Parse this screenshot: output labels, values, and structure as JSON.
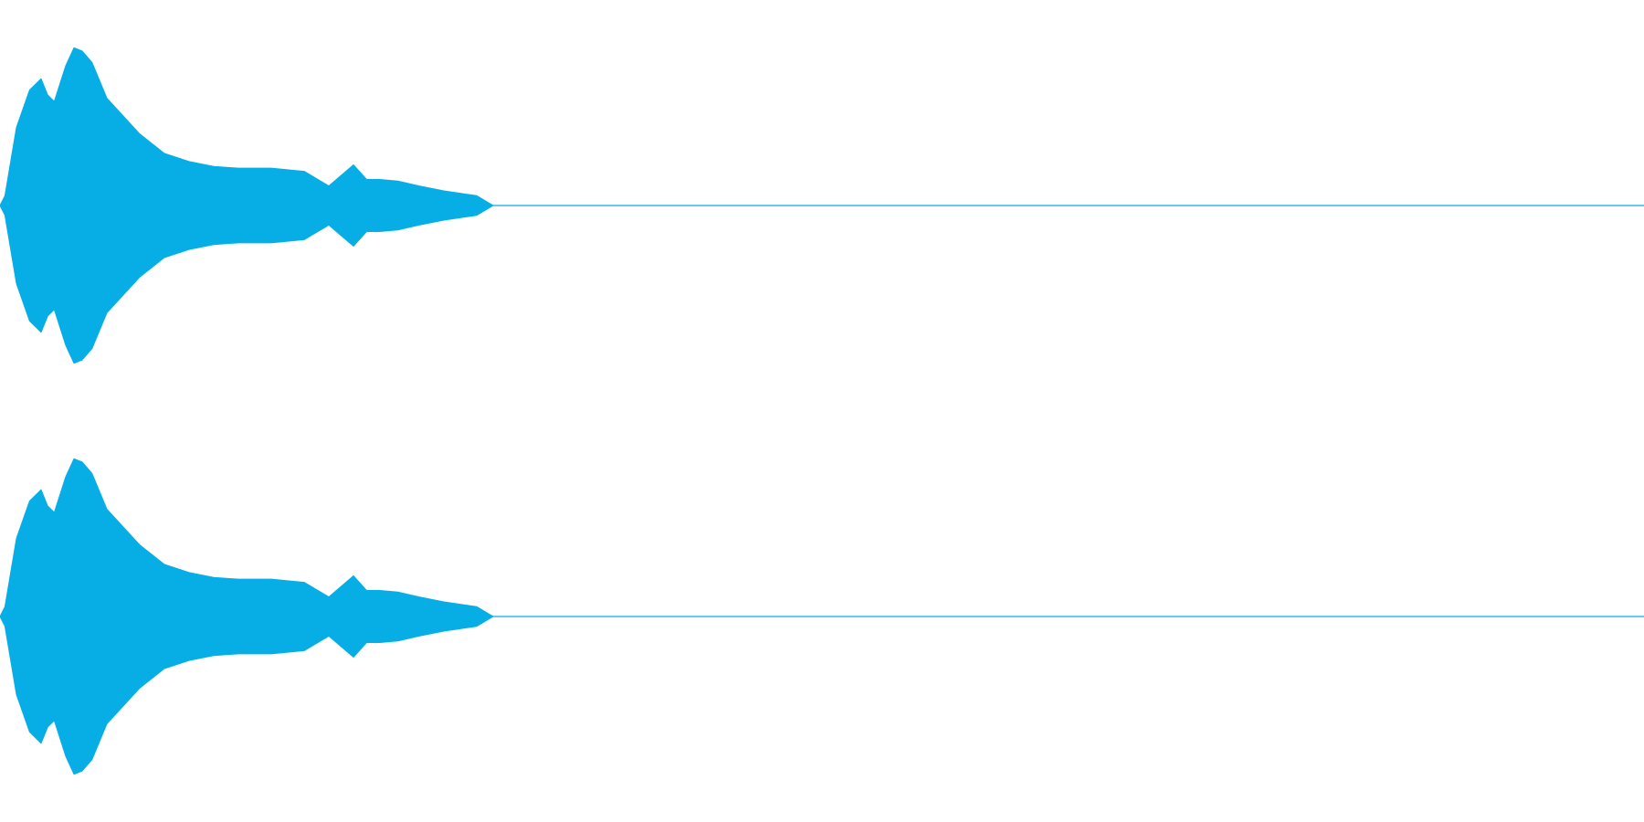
{
  "colors": {
    "background": "#ffffff",
    "waveform": "#07aee6"
  },
  "chart_data": {
    "type": "area",
    "title": "",
    "xlabel": "",
    "ylabel": "",
    "ylim": [
      -1,
      1
    ],
    "channel_count": 2,
    "envelope_x": [
      0,
      0.3,
      1.0,
      1.8,
      2.5,
      2.9,
      3.3,
      4.0,
      4.5,
      5.0,
      5.6,
      6.5,
      7.5,
      8.5,
      10,
      11.5,
      13,
      14.5,
      16.5,
      18.5,
      20,
      21.5,
      22.3,
      23.1,
      24.2,
      25.5,
      27,
      29,
      30,
      40,
      100
    ],
    "series": [
      {
        "values": [
          0.0,
          0.06,
          0.48,
          0.71,
          0.78,
          0.68,
          0.64,
          0.86,
          0.97,
          0.95,
          0.88,
          0.66,
          0.55,
          0.44,
          0.32,
          0.27,
          0.24,
          0.23,
          0.23,
          0.21,
          0.12,
          0.25,
          0.16,
          0.16,
          0.15,
          0.12,
          0.09,
          0.06,
          0.0,
          0.0,
          0.0
        ]
      },
      {
        "values": [
          0.0,
          0.06,
          0.48,
          0.71,
          0.78,
          0.68,
          0.64,
          0.86,
          0.97,
          0.95,
          0.88,
          0.66,
          0.55,
          0.44,
          0.32,
          0.27,
          0.24,
          0.23,
          0.23,
          0.21,
          0.12,
          0.25,
          0.16,
          0.16,
          0.15,
          0.12,
          0.09,
          0.06,
          0.0,
          0.0,
          0.0
        ]
      }
    ]
  }
}
